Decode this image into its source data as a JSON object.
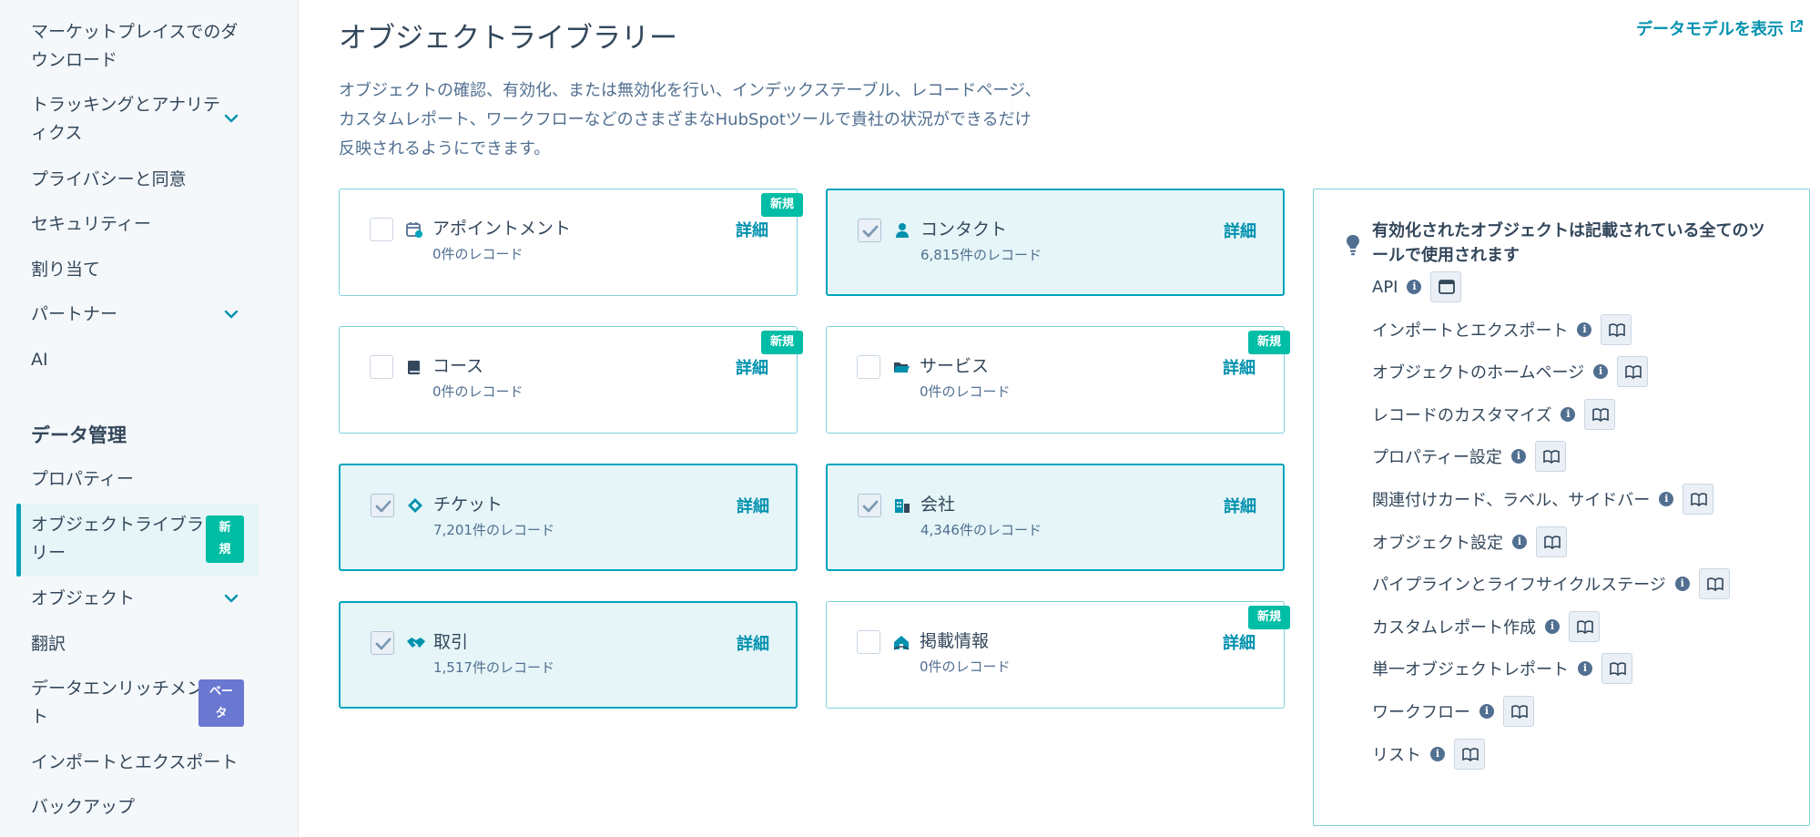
{
  "sidebar": {
    "items": [
      {
        "label_line1": "マーケットプレイスでのダ",
        "label_line2": "ウンロード"
      },
      {
        "label_line1": "トラッキングとアナリテ",
        "label_line2": "ィクス"
      },
      {
        "label": "プライバシーと同意"
      },
      {
        "label": "セキュリティー"
      },
      {
        "label": "割り当て"
      },
      {
        "label": "パートナー"
      },
      {
        "label": "AI"
      }
    ],
    "section_heading": "データ管理",
    "data_items": [
      {
        "label": "プロパティー"
      },
      {
        "label_line1": "オブジェクトライブラ",
        "label_line2": "リー",
        "badge_line1": "新",
        "badge_line2": "規"
      },
      {
        "label": "オブジェクト"
      },
      {
        "label": "翻訳"
      },
      {
        "label_line1": "データエンリッチメン",
        "label_line2": "ト",
        "badge_line1": "ベー",
        "badge_line2": "タ"
      },
      {
        "label": "インポートとエクスポート"
      },
      {
        "label": "バックアップ"
      }
    ]
  },
  "header": {
    "title": "オブジェクトライブラリー",
    "data_model_link": "データモデルを表示",
    "description_lines": [
      "オブジェクトの確認、有効化、または無効化を行い、インデックステーブル、レコードページ、",
      "カスタムレポート、ワークフローなどのさまざまなHubSpotツールで貴社の状況ができるだけ",
      "反映されるようにできます。"
    ]
  },
  "objects": [
    {
      "name": "アポイントメント",
      "count": "0件のレコード",
      "detail": "詳細",
      "checked": false,
      "new_tag": "新規",
      "icon": "calendar-icon"
    },
    {
      "name": "コンタクト",
      "count": "6,815件のレコード",
      "detail": "詳細",
      "checked": true,
      "new_tag": "",
      "icon": "person-icon"
    },
    {
      "name": "コース",
      "count": "0件のレコード",
      "detail": "詳細",
      "checked": false,
      "new_tag": "新規",
      "icon": "book-icon"
    },
    {
      "name": "サービス",
      "count": "0件のレコード",
      "detail": "詳細",
      "checked": false,
      "new_tag": "新規",
      "icon": "folder-icon"
    },
    {
      "name": "チケット",
      "count": "7,201件のレコード",
      "detail": "詳細",
      "checked": true,
      "new_tag": "",
      "icon": "ticket-icon"
    },
    {
      "name": "会社",
      "count": "4,346件のレコード",
      "detail": "詳細",
      "checked": true,
      "new_tag": "",
      "icon": "building-icon"
    },
    {
      "name": "取引",
      "count": "1,517件のレコード",
      "detail": "詳細",
      "checked": true,
      "new_tag": "",
      "icon": "handshake-icon"
    },
    {
      "name": "掲載情報",
      "count": "0件のレコード",
      "detail": "詳細",
      "checked": false,
      "new_tag": "新規",
      "icon": "house-icon"
    }
  ],
  "panel": {
    "title_line1": "有効化されたオブジェクトは記載されている全てのツ",
    "title_line2": "ールで使用されます",
    "tools": [
      {
        "label": "API",
        "button_icon": "window-icon"
      },
      {
        "label": "インポートとエクスポート",
        "button_icon": "book-icon"
      },
      {
        "label": "オブジェクトのホームページ",
        "button_icon": "book-icon"
      },
      {
        "label": "レコードのカスタマイズ",
        "button_icon": "book-icon"
      },
      {
        "label": "プロパティー設定",
        "button_icon": "book-icon"
      },
      {
        "label": "関連付けカード、ラベル、サイドバー",
        "button_icon": "book-icon"
      },
      {
        "label": "オブジェクト設定",
        "button_icon": "book-icon"
      },
      {
        "label": "パイプラインとライフサイクルステージ",
        "button_icon": "book-icon"
      },
      {
        "label": "カスタムレポート作成",
        "button_icon": "book-icon"
      },
      {
        "label": "単一オブジェクトレポート",
        "button_icon": "book-icon"
      },
      {
        "label": "ワークフロー",
        "button_icon": "book-icon"
      },
      {
        "label": "リスト",
        "button_icon": "book-icon"
      }
    ]
  },
  "colors": {
    "accent": "#00a4bd",
    "link": "#0091ae",
    "new_badge": "#00bda5",
    "beta_badge": "#6a78d1",
    "text": "#33475b"
  }
}
